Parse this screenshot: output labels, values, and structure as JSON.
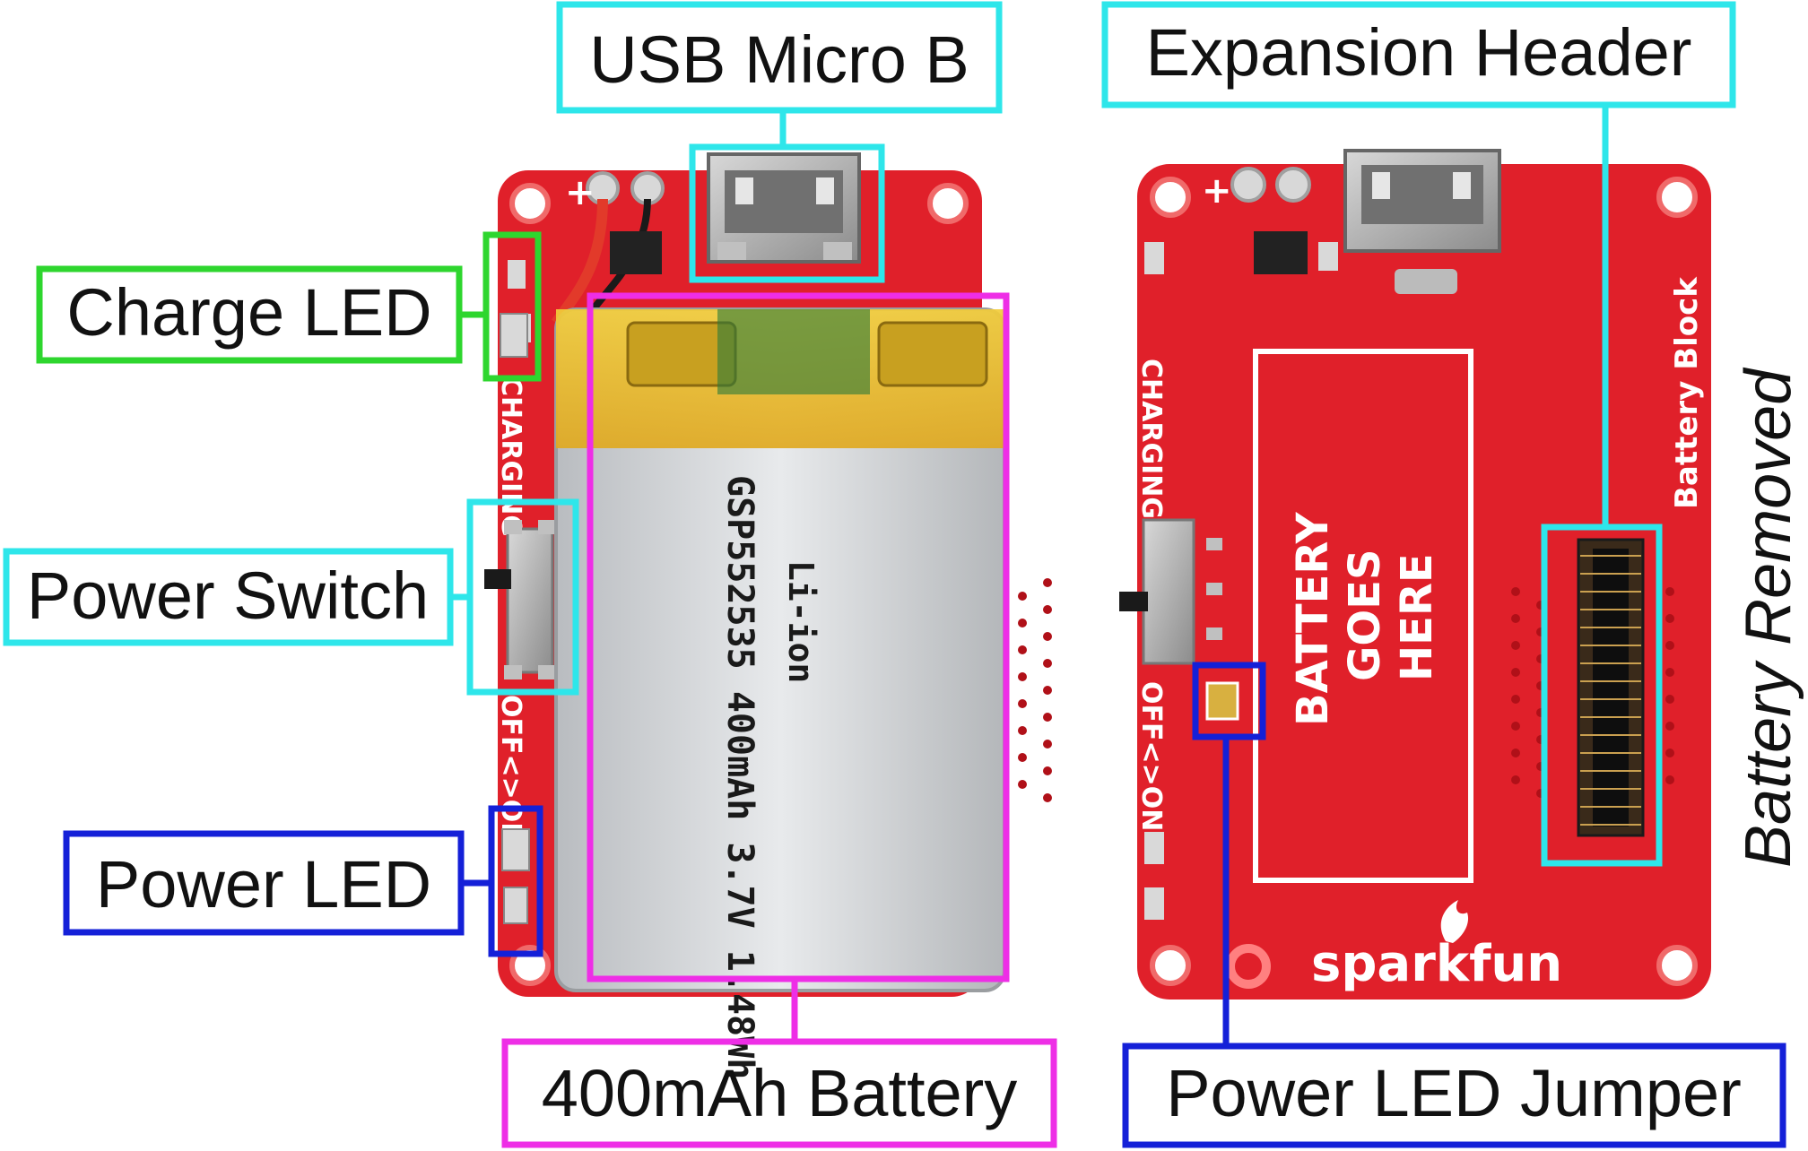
{
  "labels": {
    "usb": "USB Micro B",
    "expansion": "Expansion Header",
    "charge_led": "Charge LED",
    "power_switch": "Power Switch",
    "power_led": "Power LED",
    "battery": "400mAh Battery",
    "power_led_jumper": "Power LED Jumper",
    "battery_removed": "Battery Removed"
  },
  "silkscreen": {
    "battery_block": "Battery Block",
    "charging": "CHARGING",
    "off_on": "OFF<>ON",
    "battery_goes_here_1": "BATTERY",
    "battery_goes_here_2": "GOES",
    "battery_goes_here_3": "HERE",
    "brand": "sparkfun",
    "plus": "+"
  },
  "battery_print": {
    "line1": "Li-ion",
    "line2": "GSP552535 400mAh 3.7V 1.48Wh"
  },
  "colors": {
    "pcb_red": "#e0202a",
    "callout_cyan": "#2ee6ea",
    "callout_green": "#2ed62e",
    "callout_blue": "#1420d8",
    "callout_magenta": "#ee2ee6"
  }
}
